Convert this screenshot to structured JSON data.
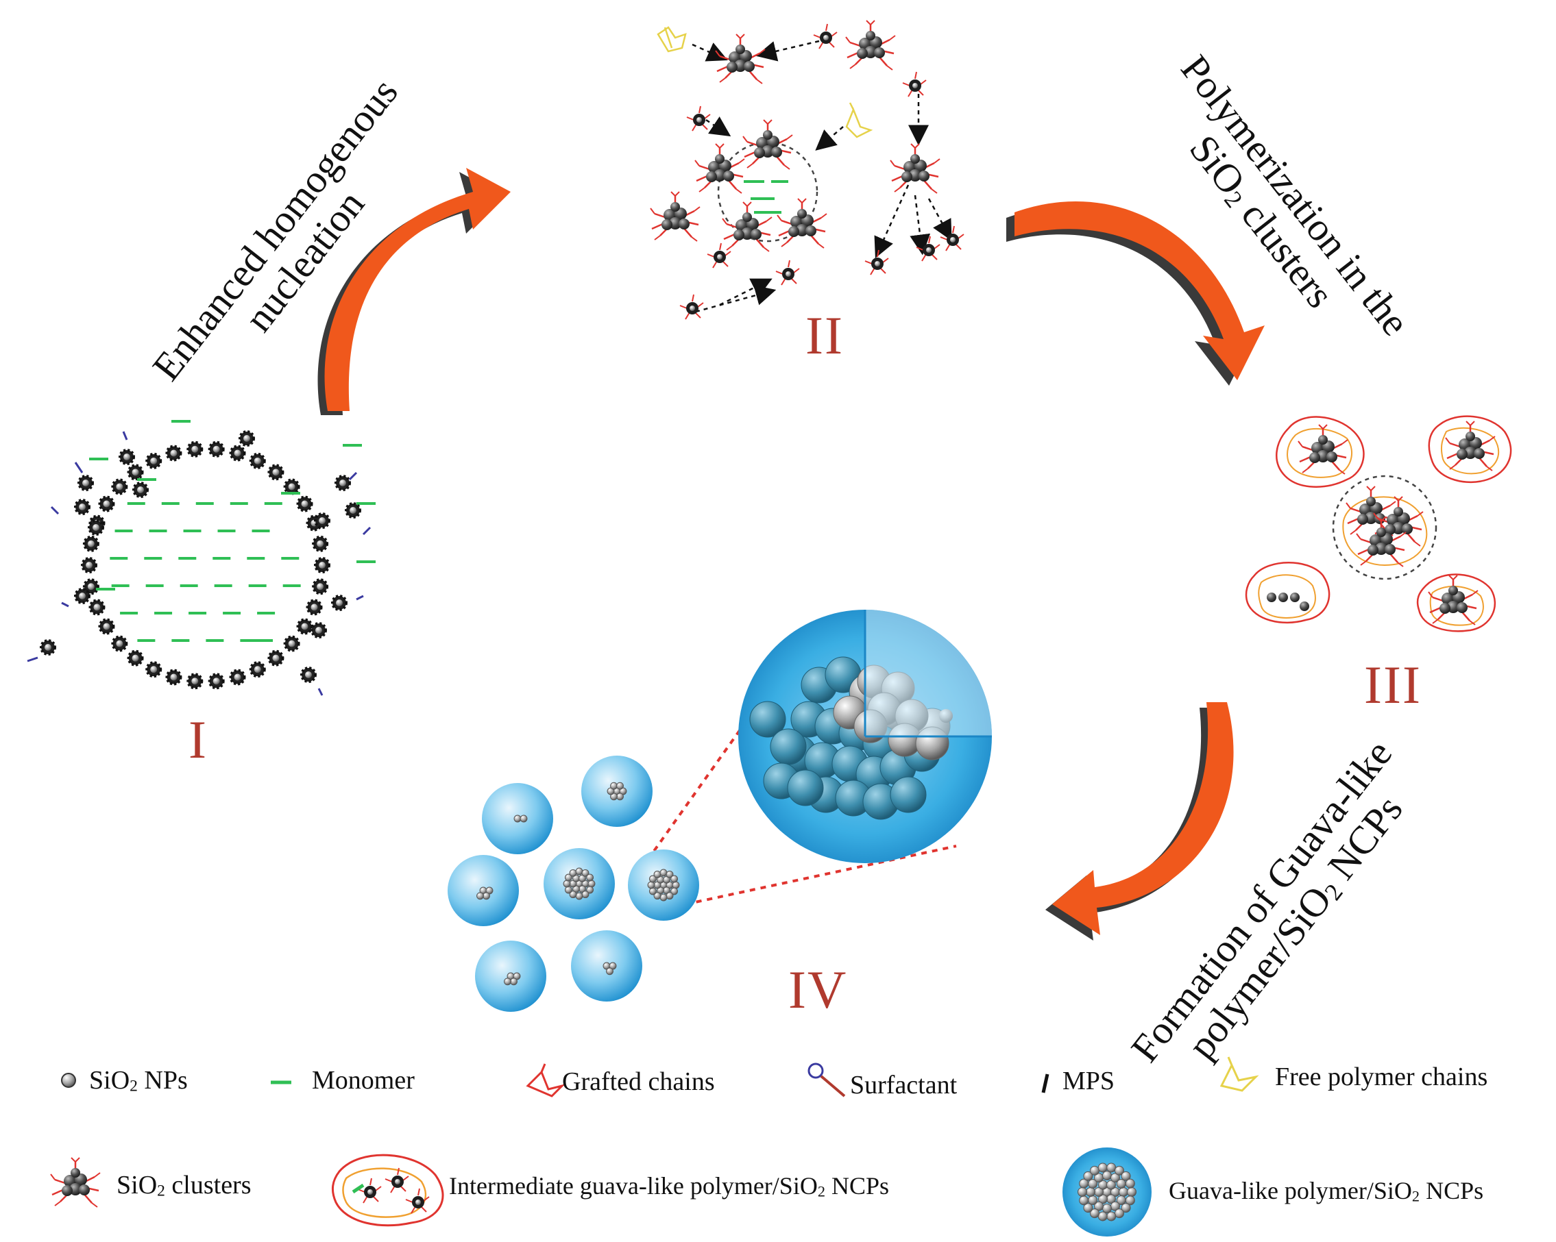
{
  "stages": {
    "s1": "I",
    "s2": "II",
    "s3": "III",
    "s4": "IV"
  },
  "steps": {
    "step1": {
      "line1": "Enhanced homogenous",
      "line2": "nucleation"
    },
    "step2": {
      "line1": "Polymerization in the",
      "line2a": "SiO",
      "line2sub": "2",
      "line2b": " clusters"
    },
    "step3": {
      "line1": "Formation of Guava-like",
      "line2a": "polymer/SiO",
      "line2sub": "2",
      "line2b": " NCPs"
    }
  },
  "legend": {
    "sio2_nps": {
      "a": "SiO",
      "sub": "2",
      "b": " NPs"
    },
    "monomer": "Monomer",
    "grafted": "Grafted chains",
    "surfactant": "Surfactant",
    "mps": "MPS",
    "free": "Free polymer chains",
    "clusters": {
      "a": "SiO",
      "sub": "2",
      "b": " clusters"
    },
    "intermediate": {
      "a": "Intermediate guava-like polymer/SiO",
      "sub": "2",
      "b": " NCPs"
    },
    "guava": {
      "a": "Guava-like polymer/SiO",
      "sub": "2",
      "b": " NCPs"
    }
  },
  "colors": {
    "arrow": "#f0581c",
    "arrow_shadow": "#3a3a3a",
    "stage_label": "#b03a2e",
    "monomer": "#2fbf55",
    "grafted": "#e0342f",
    "free_chain": "#e6d24a",
    "sphere_blue": "#2f9fd8"
  }
}
